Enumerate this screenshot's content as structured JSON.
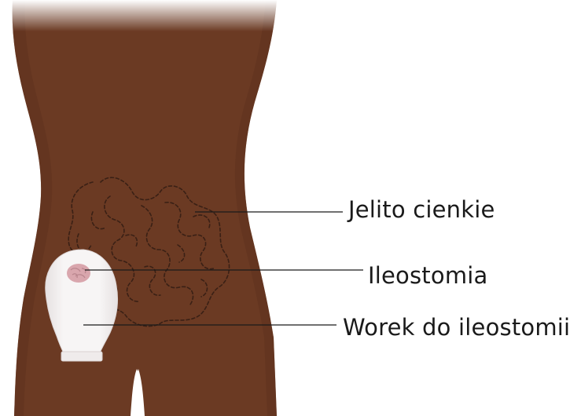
{
  "colors": {
    "skin": "#6b3a23",
    "skin_shadow": "#5a2f1b",
    "bag_fill": "#f4f1f1",
    "bag_edge": "#e3dede",
    "stoma": "#d9a6ad",
    "intestine_outline": "#3a2015",
    "leader_line": "#1a1a1a"
  },
  "labels": {
    "small_intestine": "Jelito cienkie",
    "ileostomy": "Ileostomia",
    "ileostomy_bag": "Worek do ileostomii"
  }
}
